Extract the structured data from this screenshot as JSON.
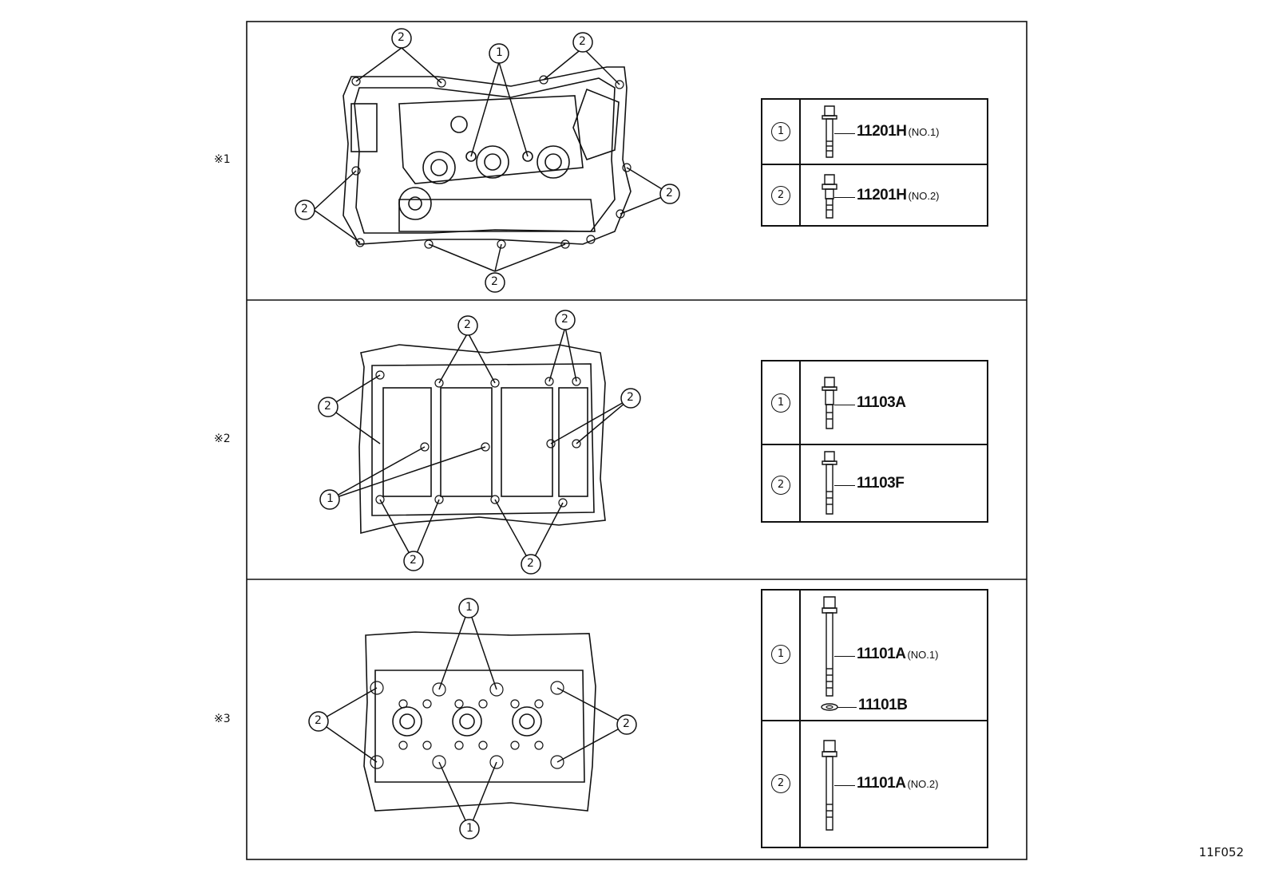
{
  "figure_id": "11F052",
  "panels": [
    {
      "mark": "※1",
      "callouts": {
        "one": "1",
        "two": "2"
      },
      "parts": [
        {
          "callout": "1",
          "part_no": "11201H",
          "note": "(NO.1)"
        },
        {
          "callout": "2",
          "part_no": "11201H",
          "note": "(NO.2)"
        }
      ]
    },
    {
      "mark": "※2",
      "callouts": {
        "one": "1",
        "two": "2"
      },
      "parts": [
        {
          "callout": "1",
          "part_no": "11103A",
          "note": ""
        },
        {
          "callout": "2",
          "part_no": "11103F",
          "note": ""
        }
      ]
    },
    {
      "mark": "※3",
      "callouts": {
        "one": "1",
        "two": "2"
      },
      "parts": [
        {
          "callout": "1",
          "part_no": "11101A",
          "note": "(NO.1)",
          "washer_part_no": "11101B"
        },
        {
          "callout": "2",
          "part_no": "11101A",
          "note": "(NO.2)"
        }
      ]
    }
  ]
}
